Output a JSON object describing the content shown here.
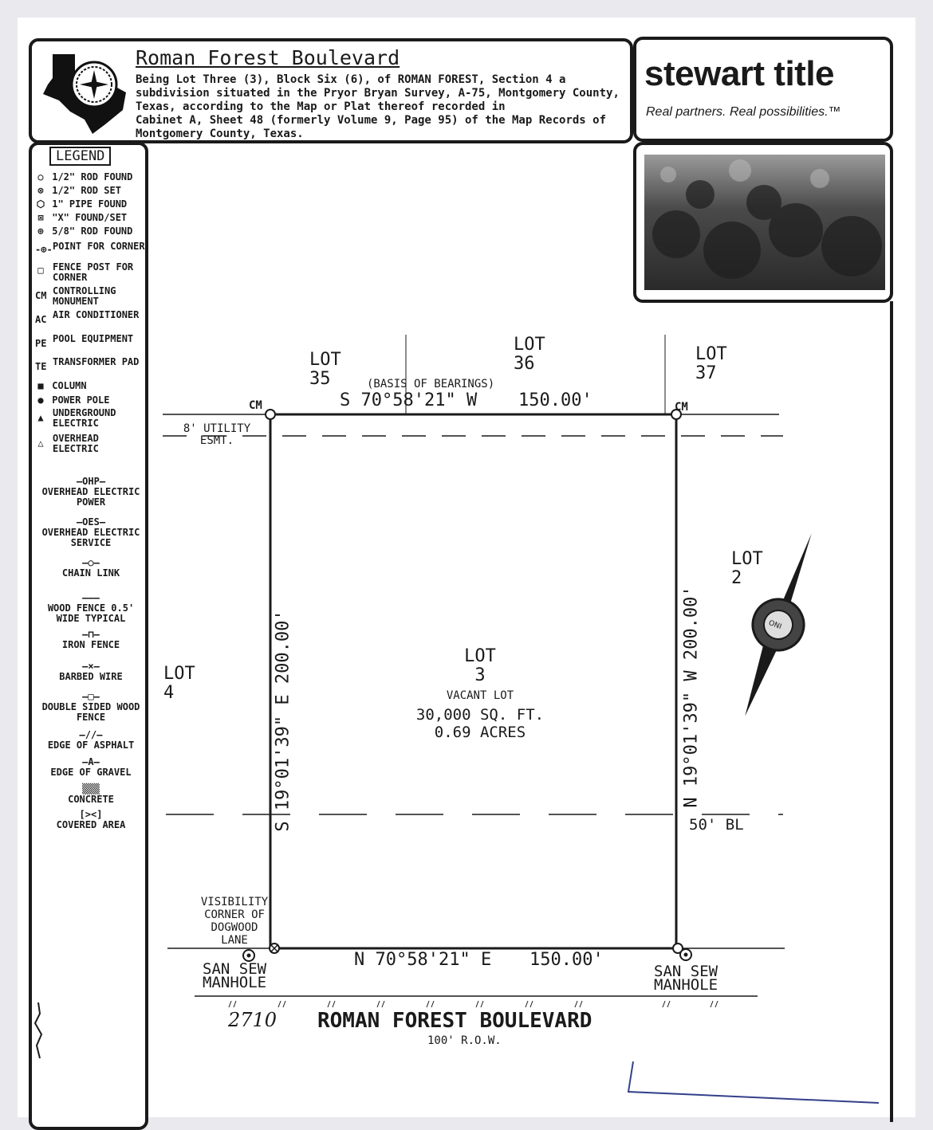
{
  "header": {
    "title": "Roman Forest Boulevard",
    "description_lines": [
      "Being Lot Three (3), Block Six (6), of ROMAN FOREST, Section 4 a",
      "subdivision situated in the Pryor Bryan Survey, A-75, Montgomery County,",
      "Texas, according to the Map or Plat thereof recorded in",
      "Cabinet A, Sheet 48 (formerly Volume 9, Page 95) of the Map Records of",
      "Montgomery County, Texas."
    ]
  },
  "brand": {
    "name": "stewart title",
    "tagline": "Real partners. Real possibilities.™"
  },
  "legend": {
    "title": "LEGEND",
    "symbol_items": [
      {
        "sym": "○",
        "text": "1/2\" ROD FOUND"
      },
      {
        "sym": "⊗",
        "text": "1/2\" ROD SET"
      },
      {
        "sym": "⬡",
        "text": "1\" PIPE FOUND"
      },
      {
        "sym": "⊠",
        "text": "\"X\" FOUND/SET"
      },
      {
        "sym": "⊕",
        "text": "5/8\" ROD FOUND"
      },
      {
        "sym": "-⊕-",
        "text": "POINT FOR CORNER"
      },
      {
        "sym": "□",
        "text": "FENCE POST FOR CORNER"
      },
      {
        "sym": "CM",
        "text": "CONTROLLING MONUMENT"
      },
      {
        "sym": "AC",
        "text": "AIR CONDITIONER"
      },
      {
        "sym": "PE",
        "text": "POOL EQUIPMENT"
      },
      {
        "sym": "TE",
        "text": "TRANSFORMER PAD"
      },
      {
        "sym": "■",
        "text": "COLUMN"
      },
      {
        "sym": "●",
        "text": "POWER POLE"
      },
      {
        "sym": "▲",
        "text": "UNDERGROUND ELECTRIC"
      },
      {
        "sym": "△",
        "text": "OVERHEAD ELECTRIC"
      }
    ],
    "line_items": [
      {
        "line": "—OHP—",
        "text": "OVERHEAD ELECTRIC POWER"
      },
      {
        "line": "—OES—",
        "text": "OVERHEAD ELECTRIC SERVICE"
      },
      {
        "line": "—○—",
        "text": "CHAIN LINK"
      },
      {
        "line": "———",
        "text": "WOOD FENCE 0.5' WIDE TYPICAL"
      },
      {
        "line": "—⊓—",
        "text": "IRON FENCE"
      },
      {
        "line": "—×—",
        "text": "BARBED WIRE"
      },
      {
        "line": "—□—",
        "text": "DOUBLE SIDED WOOD FENCE"
      },
      {
        "line": "—//—",
        "text": "EDGE OF ASPHALT"
      },
      {
        "line": "—A—",
        "text": "EDGE OF GRAVEL"
      },
      {
        "line": "▒▒▒",
        "text": "CONCRETE"
      },
      {
        "line": "[><]",
        "text": "COVERED AREA"
      }
    ]
  },
  "plat": {
    "lot35": "LOT 35",
    "lot36": "LOT 36",
    "lot37": "LOT 37",
    "lot4": "LOT 4",
    "lot2": "LOT 2",
    "lot3": "LOT 3",
    "vacant": "VACANT LOT",
    "area_sqft": "30,000 SQ. FT.",
    "area_acres": "0.69 ACRES",
    "basis": "(BASIS OF BEARINGS)",
    "north_bearing": "S 70°58'21\" W",
    "north_dist": "150.00'",
    "south_bearing": "N 70°58'21\" E",
    "south_dist": "150.00'",
    "west_bearing": "S 19°01'39\" E 200.00'",
    "east_bearing": "N 19°01'39\" W 200.00'",
    "cm": "CM",
    "utility_esmt": "8' UTILITY ESMT.",
    "bl": "50' BL",
    "visibility": "VISIBILITY CORNER OF DOGWOOD LANE",
    "manhole": "SAN SEW MANHOLE",
    "handwritten": "2710",
    "road": "ROMAN FOREST BOULEVARD",
    "row": "100' R.O.W."
  }
}
